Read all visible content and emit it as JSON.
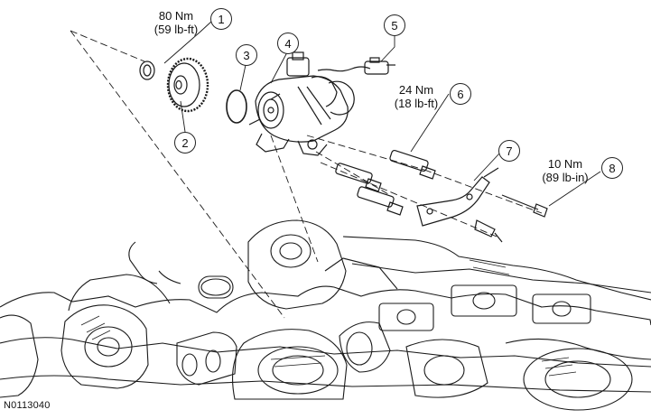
{
  "figure_id": "N0113040",
  "callouts": [
    {
      "number": "1",
      "torque_nm": "80 Nm",
      "torque_imperial": "(59 lb-ft)"
    },
    {
      "number": "2"
    },
    {
      "number": "3"
    },
    {
      "number": "4"
    },
    {
      "number": "5"
    },
    {
      "number": "6",
      "torque_nm": "24 Nm",
      "torque_imperial": "(18 lb-ft)"
    },
    {
      "number": "7"
    },
    {
      "number": "8",
      "torque_nm": "10 Nm",
      "torque_imperial": "(89 lb-in)"
    }
  ]
}
